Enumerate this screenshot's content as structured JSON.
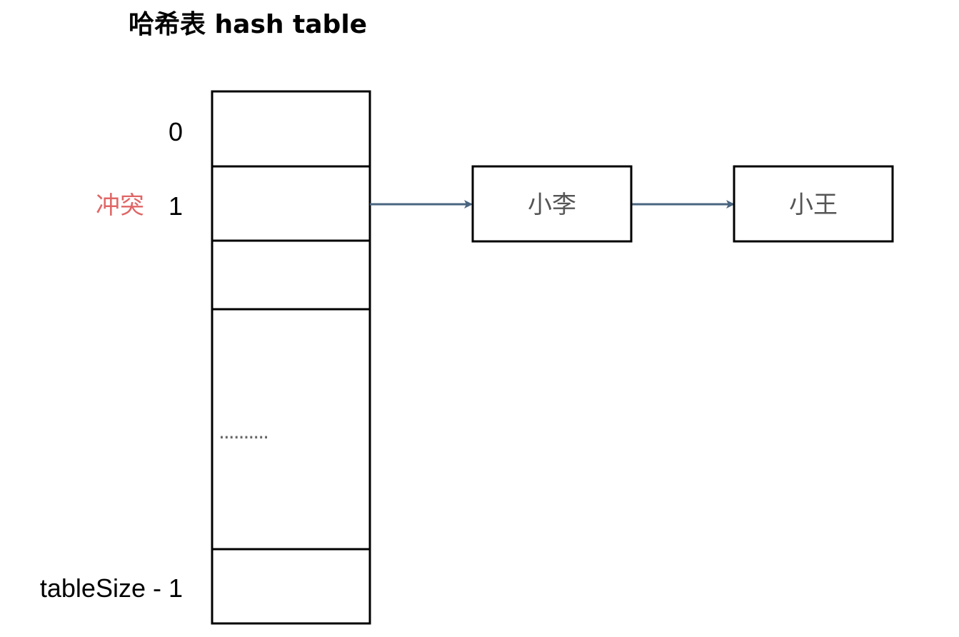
{
  "title": "哈希表 hash table",
  "table": {
    "index_labels": {
      "first": "0",
      "second": "1",
      "last": "tableSize - 1"
    },
    "conflict_label": "冲突",
    "ellipsis": "..........",
    "cell_count": 5
  },
  "chain": {
    "nodes": [
      "小李",
      "小王"
    ]
  },
  "colors": {
    "conflict": "#e06666",
    "arrow": "#4a6580",
    "border": "#000000",
    "node_text": "#555555"
  }
}
